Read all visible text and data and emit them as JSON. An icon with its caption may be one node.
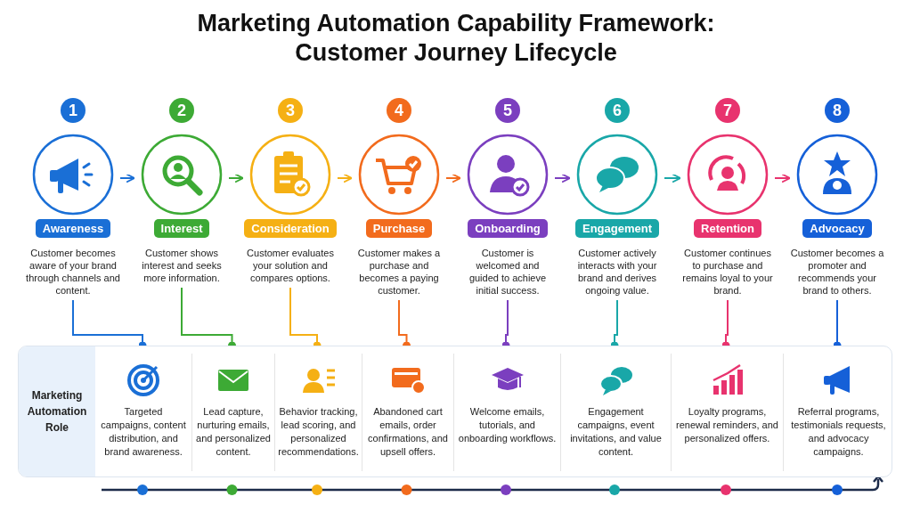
{
  "diagram": {
    "title": "Marketing Automation Capability Framework: Customer Journey Lifecycle",
    "nodes": [
      {
        "text": [
          "1",
          "Awareness",
          "Customer becomes aware of your brand through channels and content."
        ]
      },
      {
        "text": [
          "2",
          "Interest",
          "Customer shows interest and seeks more information."
        ]
      },
      {
        "text": [
          "3",
          "Consideration",
          "Customer evaluates your solution and compares options."
        ]
      },
      {
        "text": [
          "4",
          "Purchase",
          "Customer makes a purchase and becomes a paying customer."
        ]
      },
      {
        "text": [
          "5",
          "Onboarding",
          "Customer is welcomed and guided to achieve initial success."
        ]
      },
      {
        "text": [
          "6",
          "Engagement",
          "Customer actively interacts with your brand and derives ongoing value."
        ]
      },
      {
        "text": [
          "7",
          "Retention",
          "Customer continues to purchase and remains loyal to your brand."
        ]
      },
      {
        "text": [
          "8",
          "Advocacy",
          "Customer becomes a promoter and recommends your brand to others."
        ]
      },
      {
        "text": [
          "Marketing Automation Role"
        ]
      },
      {
        "text": [
          "Targeted campaigns, content distribution, and brand awareness."
        ],
        "in": 8
      },
      {
        "text": [
          "Lead capture, nurturing emails, and personalized content."
        ],
        "in": 8
      },
      {
        "text": [
          "Behavior tracking, lead scoring, and personalized recommendations."
        ],
        "in": 8
      },
      {
        "text": [
          "Abandoned cart emails, order confirmations, and upsell offers."
        ],
        "in": 8
      },
      {
        "text": [
          "Welcome emails, tutorials, and onboarding workflows."
        ],
        "in": 8
      },
      {
        "text": [
          "Engagement campaigns, event invitations, and value content."
        ],
        "in": 8
      },
      {
        "text": [
          "Loyalty programs, renewal reminders, and personalized offers."
        ],
        "in": 8
      },
      {
        "text": [
          "Referral programs, testimonials requests, and advocacy campaigns."
        ],
        "in": 8
      }
    ],
    "edges": [
      {
        "from": 0,
        "to": 1,
        "arrow": "to",
        "color": "#1a6fd6"
      },
      {
        "from": 1,
        "to": 2,
        "arrow": "to",
        "color": "#3daa35"
      },
      {
        "from": 2,
        "to": 3,
        "arrow": "to",
        "color": "#f5b014"
      },
      {
        "from": 3,
        "to": 4,
        "arrow": "to",
        "color": "#f26b1d"
      },
      {
        "from": 4,
        "to": 5,
        "arrow": "to",
        "color": "#7b3fbf"
      },
      {
        "from": 5,
        "to": 6,
        "arrow": "to",
        "color": "#19a7a8"
      },
      {
        "from": 6,
        "to": 7,
        "arrow": "to",
        "color": "#e8336e"
      },
      {
        "from": 0,
        "to": 9,
        "arrow": "other",
        "color": "#1a6fd6"
      },
      {
        "from": 1,
        "to": 10,
        "arrow": "other",
        "color": "#3daa35"
      },
      {
        "from": 2,
        "to": 11,
        "arrow": "other",
        "color": "#f5b014"
      },
      {
        "from": 3,
        "to": 12,
        "arrow": "other",
        "color": "#f26b1d"
      },
      {
        "from": 4,
        "to": 13,
        "arrow": "other",
        "color": "#7b3fbf"
      },
      {
        "from": 5,
        "to": 14,
        "arrow": "other",
        "color": "#19a7a8"
      },
      {
        "from": 6,
        "to": 15,
        "arrow": "other",
        "color": "#e8336e"
      },
      {
        "from": 7,
        "to": 16,
        "arrow": "other",
        "color": "#1560d8"
      }
    ]
  }
}
